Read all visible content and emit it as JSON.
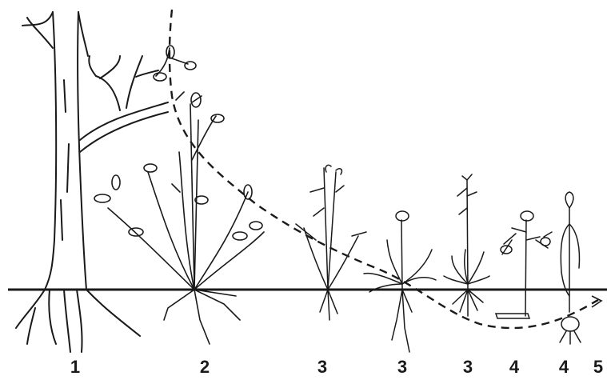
{
  "labels": [
    "1",
    "2",
    "3",
    "3",
    "3",
    "4",
    "4",
    "5"
  ],
  "colors": {
    "ink": "#1a1a1a",
    "background": "#ffffff"
  }
}
